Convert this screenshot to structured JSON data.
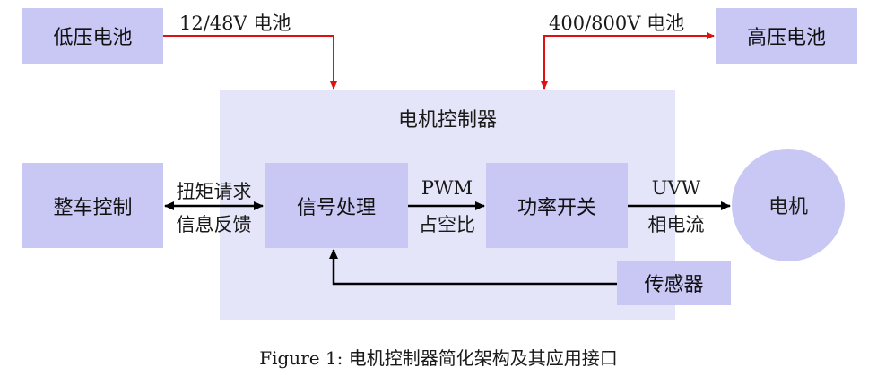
{
  "diagram": {
    "low_voltage_battery": "低压电池",
    "low_voltage_link": "12/48V 电池",
    "high_voltage_battery": "高压电池",
    "high_voltage_link": "400/800V 电池",
    "controller_title": "电机控制器",
    "vehicle_control": "整车控制",
    "vcu_link_line1": "扭矩请求",
    "vcu_link_line2": "信息反馈",
    "signal_processing": "信号处理",
    "signal_link_line1": "PWM",
    "signal_link_line2": "占空比",
    "power_switch": "功率开关",
    "motor_link_line1": "UVW",
    "motor_link_line2": "相电流",
    "motor": "电机",
    "sensor": "传感器"
  },
  "caption": "Figure 1: 电机控制器简化架构及其应用接口",
  "colors": {
    "box_fill": "#c9c8f5",
    "controller_fill": "#e5e5fa",
    "power_arrow": "#e01010",
    "signal_arrow": "#000000"
  }
}
